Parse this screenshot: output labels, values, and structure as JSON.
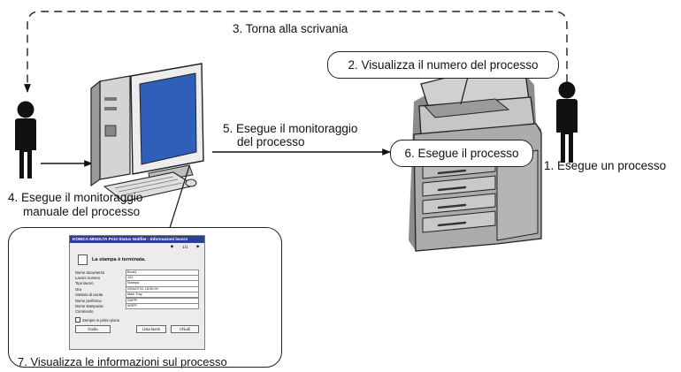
{
  "labels": {
    "step1": "1. Esegue un processo",
    "step2": "2. Visualizza il numero del processo",
    "step3": "3. Torna alla scrivania",
    "step4_line1": "4. Esegue il monitoraggio",
    "step4_line2": "manuale del processo",
    "step5_line1": "5. Esegue il monitoraggio",
    "step5_line2": "del processo",
    "step6": "6. Esegue il processo",
    "step7": "7. Visualizza le informazioni sul processo"
  },
  "status_window": {
    "title": "KONICA MINOLTA Print Status Notifier - Informazioni lavoro",
    "tool_a": "◆",
    "tool_b": "1/1",
    "tool_c": "▶",
    "heading": "La stampa è terminata.",
    "fields": [
      {
        "label": "Nome documento",
        "value": "Book1"
      },
      {
        "label": "Lavoro numero",
        "value": "102"
      },
      {
        "label": "Tipo lavoro",
        "value": "Stampa"
      },
      {
        "label": "Ora",
        "value": "2006/07/11 18:00:00"
      },
      {
        "label": "Vassoio di uscita",
        "value": "Main Tray"
      },
      {
        "label": "Nome periferica",
        "value": "SAPPI"
      },
      {
        "label": "Nome stampante",
        "value": "WSFP"
      },
      {
        "label": "Commento",
        "value": ""
      }
    ],
    "checkbox_label": "Sempre in primo piano",
    "btn_guide": "Guida",
    "btn_list": "Lista lavori",
    "btn_close": "Chiudi"
  }
}
